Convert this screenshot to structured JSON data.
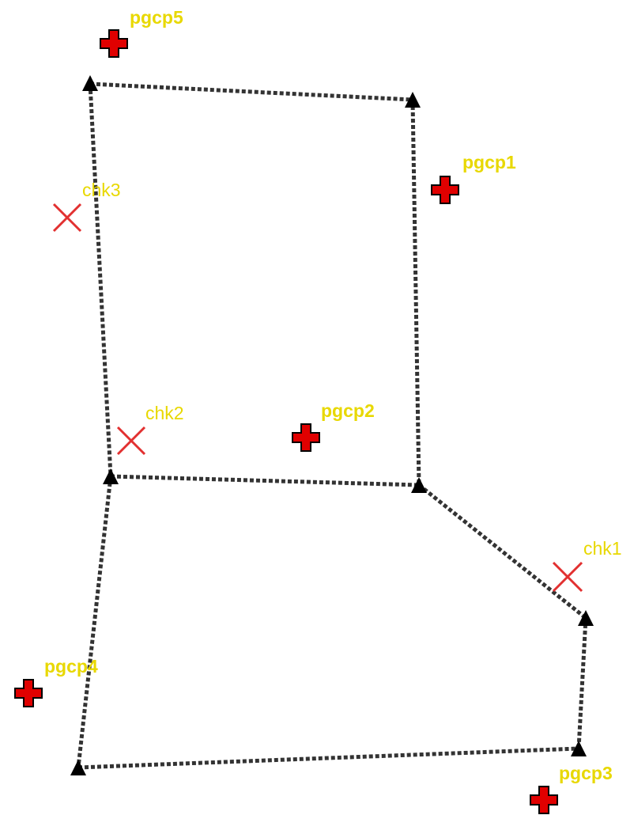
{
  "diagram": {
    "colors": {
      "background": "#ffffff",
      "traverse_line": "#333333",
      "station_marker": "#000000",
      "gcp_fill": "#e00000",
      "gcp_outline": "#000000",
      "check_mark": "#e23030",
      "label_text": "#e8d800"
    },
    "gcp_icon": "red-cross-icon",
    "check_icon": "red-x-icon",
    "station_icon": "black-triangle-icon",
    "ground_control_points": [
      {
        "label": "pgcp5"
      },
      {
        "label": "pgcp1"
      },
      {
        "label": "pgcp2"
      },
      {
        "label": "pgcp4"
      },
      {
        "label": "pgcp3"
      }
    ],
    "check_points": [
      {
        "label": "chk3"
      },
      {
        "label": "chk2"
      },
      {
        "label": "chk1"
      }
    ]
  }
}
